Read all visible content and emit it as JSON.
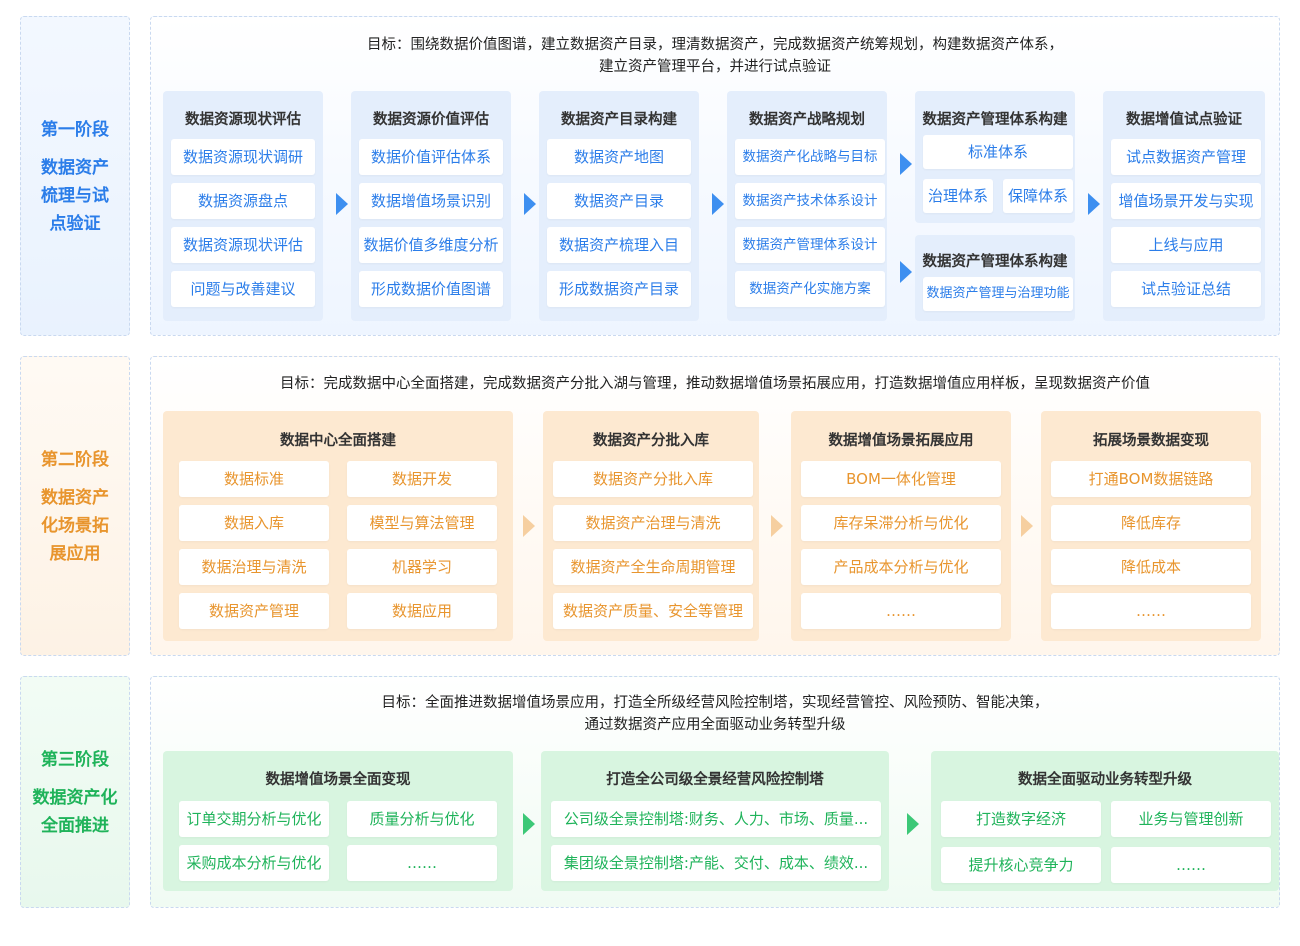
{
  "stage1": {
    "title": "第一阶段",
    "desc": [
      "数据资产",
      "梳理与试",
      "点验证"
    ],
    "goal": [
      "目标：围绕数据价值图谱，建立数据资产目录，理清数据资产，完成数据资产统筹规划，构建数据资产体系，",
      "建立资产管理平台，并进行试点验证"
    ],
    "panels": [
      {
        "title": "数据资源现状评估",
        "items": [
          "数据资源现状调研",
          "数据资源盘点",
          "数据资源现状评估",
          "问题与改善建议"
        ]
      },
      {
        "title": "数据资源价值评估",
        "items": [
          "数据价值评估体系",
          "数据增值场景识别",
          "数据价值多维度分析",
          "形成数据价值图谱"
        ]
      },
      {
        "title": "数据资产目录构建",
        "items": [
          "数据资产地图",
          "数据资产目录",
          "数据资产梳理入目",
          "形成数据资产目录"
        ]
      },
      {
        "title": "数据资产战略规划",
        "items": [
          "数据资产化战略与目标",
          "数据资产技术体系设计",
          "数据资产管理体系设计",
          "数据资产化实施方案"
        ]
      },
      {
        "title": "数据资产管理体系构建",
        "items": [
          "标准体系",
          "治理体系",
          "保障体系"
        ]
      },
      {
        "title": "数据资产管理体系构建",
        "items": [
          "数据资产管理与治理功能"
        ]
      },
      {
        "title": "数据增值试点验证",
        "items": [
          "试点数据资产管理",
          "增值场景开发与实现",
          "上线与应用",
          "试点验证总结"
        ]
      }
    ]
  },
  "stage2": {
    "title": "第二阶段",
    "desc": [
      "数据资产",
      "化场景拓",
      "展应用"
    ],
    "goal": "目标：完成数据中心全面搭建，完成数据资产分批入湖与管理，推动数据增值场景拓展应用，打造数据增值应用样板，呈现数据资产价值",
    "panels": [
      {
        "title": "数据中心全面搭建",
        "items": [
          "数据标准",
          "数据开发",
          "数据入库",
          "模型与算法管理",
          "数据治理与清洗",
          "机器学习",
          "数据资产管理",
          "数据应用"
        ]
      },
      {
        "title": "数据资产分批入库",
        "items": [
          "数据资产分批入库",
          "数据资产治理与清洗",
          "数据资产全生命周期管理",
          "数据资产质量、安全等管理"
        ]
      },
      {
        "title": "数据增值场景拓展应用",
        "items": [
          "BOM一体化管理",
          "库存呆滞分析与优化",
          "产品成本分析与优化",
          "……"
        ]
      },
      {
        "title": "拓展场景数据变现",
        "items": [
          "打通BOM数据链路",
          "降低库存",
          "降低成本",
          "……"
        ]
      }
    ]
  },
  "stage3": {
    "title": "第三阶段",
    "desc": [
      "数据资产化",
      "全面推进"
    ],
    "goal": [
      "目标：全面推进数据增值场景应用，打造全所级经营风险控制塔，实现经营管控、风险预防、智能决策，",
      "通过数据资产应用全面驱动业务转型升级"
    ],
    "panels": [
      {
        "title": "数据增值场景全面变现",
        "items": [
          "订单交期分析与优化",
          "质量分析与优化",
          "采购成本分析与优化",
          "……"
        ]
      },
      {
        "title": "打造全公司级全景经营风险控制塔",
        "items": [
          "公司级全景控制塔:财务、人力、市场、质量...",
          "集团级全景控制塔:产能、交付、成本、绩效..."
        ]
      },
      {
        "title": "数据全面驱动业务转型升级",
        "items": [
          "打造数字经济",
          "业务与管理创新",
          "提升核心竞争力",
          "……"
        ]
      }
    ]
  },
  "colors": {
    "stage1": "#2b7de9",
    "stage2": "#e8952e",
    "stage3": "#1fb35a"
  }
}
